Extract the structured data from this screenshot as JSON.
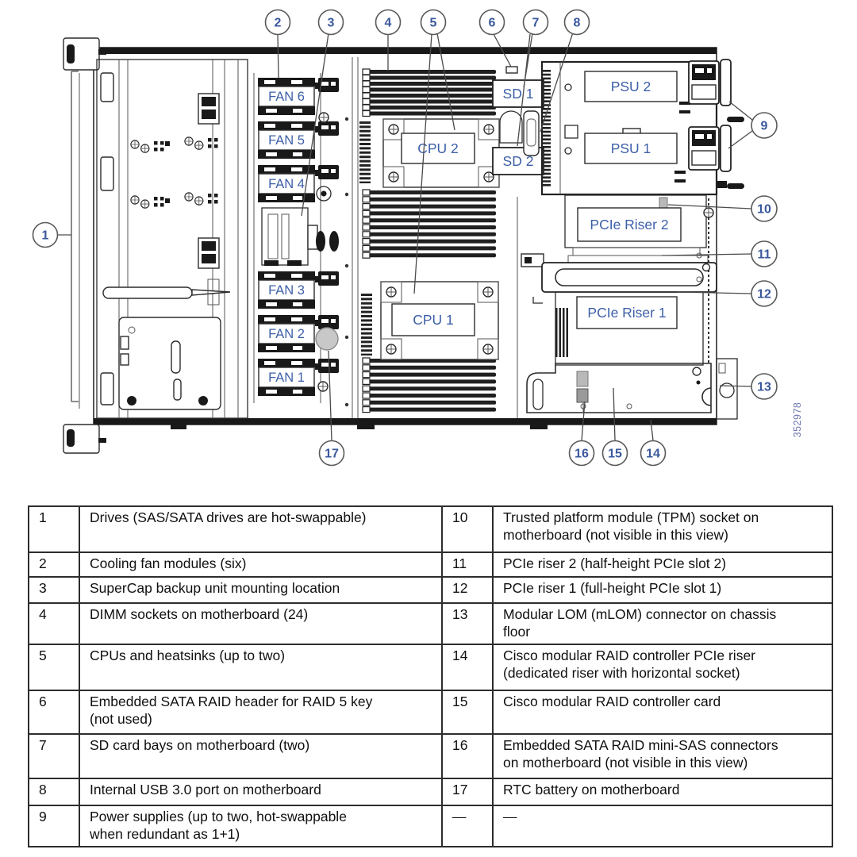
{
  "figure": {
    "id_number": "352978",
    "labels": {
      "fan1": "FAN 1",
      "fan2": "FAN 2",
      "fan3": "FAN 3",
      "fan4": "FAN 4",
      "fan5": "FAN 5",
      "fan6": "FAN 6",
      "cpu1": "CPU 1",
      "cpu2": "CPU 2",
      "sd1": "SD 1",
      "sd2": "SD 2",
      "psu1": "PSU 1",
      "psu2": "PSU 2",
      "pcie_riser1": "PCIe Riser 1",
      "pcie_riser2": "PCIe Riser 2"
    },
    "callouts": {
      "c1": "1",
      "c2": "2",
      "c3": "3",
      "c4": "4",
      "c5": "5",
      "c6": "6",
      "c7": "7",
      "c8": "8",
      "c9": "9",
      "c10": "10",
      "c11": "11",
      "c12": "12",
      "c13": "13",
      "c14": "14",
      "c15": "15",
      "c16": "16",
      "c17": "17"
    }
  },
  "legend": {
    "rows": [
      {
        "left_num": "1",
        "left_desc": "Drives (SAS/SATA drives are hot-swappable)",
        "right_num": "10",
        "right_desc": "Trusted platform module (TPM) socket on\nmotherboard (not visible in this view)"
      },
      {
        "left_num": "2",
        "left_desc": "Cooling fan modules (six)",
        "right_num": "11",
        "right_desc": "PCIe riser 2 (half-height PCIe slot 2)"
      },
      {
        "left_num": "3",
        "left_desc": "SuperCap backup unit mounting location",
        "right_num": "12",
        "right_desc": "PCIe riser 1 (full-height PCIe slot 1)"
      },
      {
        "left_num": "4",
        "left_desc": "DIMM sockets on motherboard (24)",
        "right_num": "13",
        "right_desc": "Modular LOM (mLOM) connector on chassis\nfloor"
      },
      {
        "left_num": "5",
        "left_desc": "CPUs and heatsinks (up to two)",
        "right_num": "14",
        "right_desc": "Cisco modular RAID controller PCIe riser\n(dedicated riser with horizontal socket)"
      },
      {
        "left_num": "6",
        "left_desc": "Embedded SATA RAID header for RAID 5 key\n(not used)",
        "right_num": "15",
        "right_desc": "Cisco modular RAID controller card"
      },
      {
        "left_num": "7",
        "left_desc": "SD card bays on motherboard (two)",
        "right_num": "16",
        "right_desc": "Embedded SATA RAID mini-SAS connectors\non motherboard (not visible in this view)"
      },
      {
        "left_num": "8",
        "left_desc": "Internal USB 3.0 port on motherboard",
        "right_num": "17",
        "right_desc": "RTC battery on motherboard"
      },
      {
        "left_num": "9",
        "left_desc": "Power supplies (up to two, hot-swappable\nwhen redundant as 1+1)",
        "right_num": "—",
        "right_desc": "—"
      }
    ]
  }
}
